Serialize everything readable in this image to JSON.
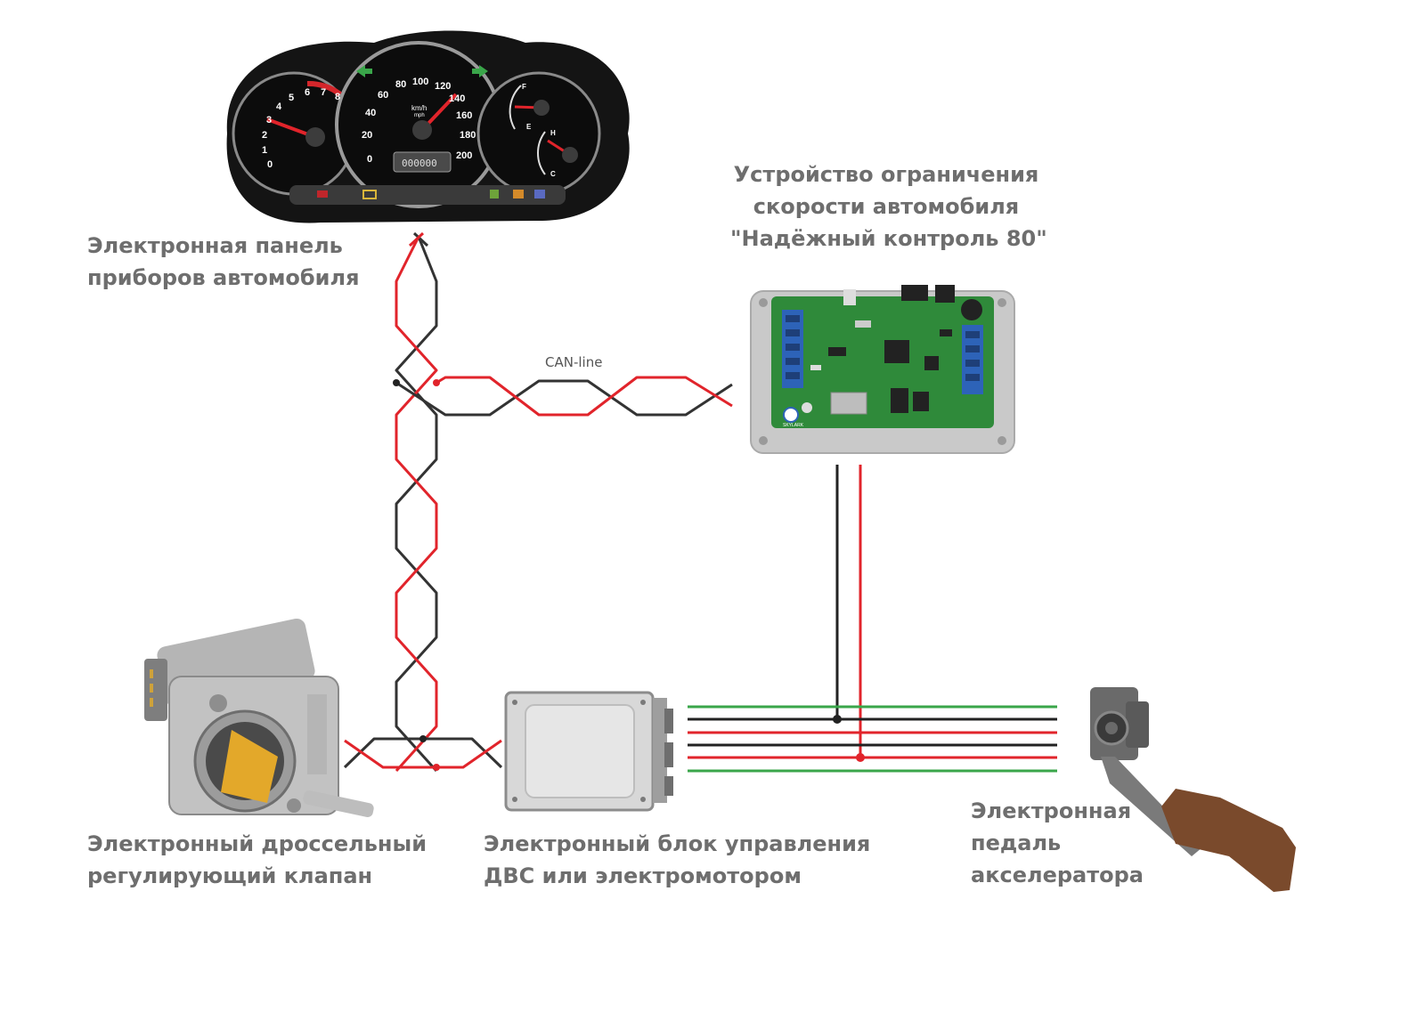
{
  "labels": {
    "dashboard": [
      "Электронная панель",
      "приборов автомобиля"
    ],
    "device": [
      "Устройство ограничения",
      "скорости автомобиля",
      "\"Надёжный контроль 80\""
    ],
    "can_line": "CAN-line",
    "throttle": [
      "Электронный дроссельный",
      "регулирующий клапан"
    ],
    "ecu": [
      "Электронный блок управления",
      "ДВС или электромотором"
    ],
    "pedal": [
      "Электронная",
      "педаль",
      "акселератора"
    ]
  },
  "dashboard": {
    "tach_numbers": [
      "0",
      "1",
      "2",
      "3",
      "4",
      "5",
      "6",
      "7",
      "8"
    ],
    "speedo_numbers": [
      "0",
      "20",
      "40",
      "60",
      "80",
      "100",
      "120",
      "140",
      "160",
      "180",
      "200"
    ],
    "speedo_unit_1": "km/h",
    "speedo_unit_2": "mph",
    "odometer": "000000",
    "fuel_marks": [
      "F",
      "E"
    ],
    "temp_marks": [
      "H",
      "C"
    ]
  },
  "device_board": {
    "brand": "SKYLARK"
  },
  "colors": {
    "wire_red": "#e1242b",
    "wire_black": "#333333",
    "wire_green": "#3aa64a",
    "label_gray": "#6e6e6e",
    "housing_gray": "#c9c9c9",
    "pcb_green": "#2f8a3a",
    "terminal_blue": "#2d63b8",
    "shoe_brown": "#7a4a2c"
  }
}
